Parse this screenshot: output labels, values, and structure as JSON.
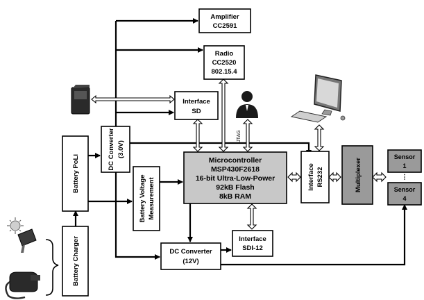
{
  "blocks": {
    "amplifier": {
      "lines": [
        "Amplifier",
        "CC2591"
      ]
    },
    "radio": {
      "lines": [
        "Radio",
        "CC2520",
        "802.15.4"
      ]
    },
    "interface_sd": {
      "lines": [
        "Interface",
        "SD"
      ]
    },
    "dc_converter_3v": {
      "lines": [
        "DC Converter",
        "(3.0V)"
      ]
    },
    "battery_poli": {
      "lines": [
        "Battery PoLi"
      ]
    },
    "battery_voltage": {
      "lines": [
        "Battery Voltage",
        "Measurement"
      ]
    },
    "microcontroller": {
      "lines": [
        "Microcontroller",
        "MSP430F2618",
        "16-bit Ultra-Low-Power",
        "92kB Flash",
        "8kB RAM"
      ]
    },
    "interface_rs232": {
      "lines": [
        "Interface",
        "RS232"
      ]
    },
    "multiplexer": {
      "lines": [
        "Multiplexer"
      ]
    },
    "sensor_1": {
      "lines": [
        "Sensor",
        "1"
      ]
    },
    "sensor_4": {
      "lines": [
        "Sensor",
        "4"
      ]
    },
    "sensor_dots": {
      "lines": [
        "⋮"
      ]
    },
    "interface_sdi12": {
      "lines": [
        "Interface",
        "SDI-12"
      ]
    },
    "dc_converter_12v": {
      "lines": [
        "DC Converter",
        "(12V)"
      ]
    },
    "battery_charger": {
      "lines": [
        "Battery Charger"
      ]
    }
  },
  "labels": {
    "jtag": "JTAG"
  },
  "icons": {
    "sd_card": "sd-card-icon",
    "user": "user-icon",
    "computer": "computer-icon",
    "solar": "solar-panel-icon",
    "adapter": "power-adapter-icon"
  },
  "colors": {
    "microcontroller_fill": "#c8c8c8",
    "multiplexer_fill": "#9a9a9a"
  }
}
